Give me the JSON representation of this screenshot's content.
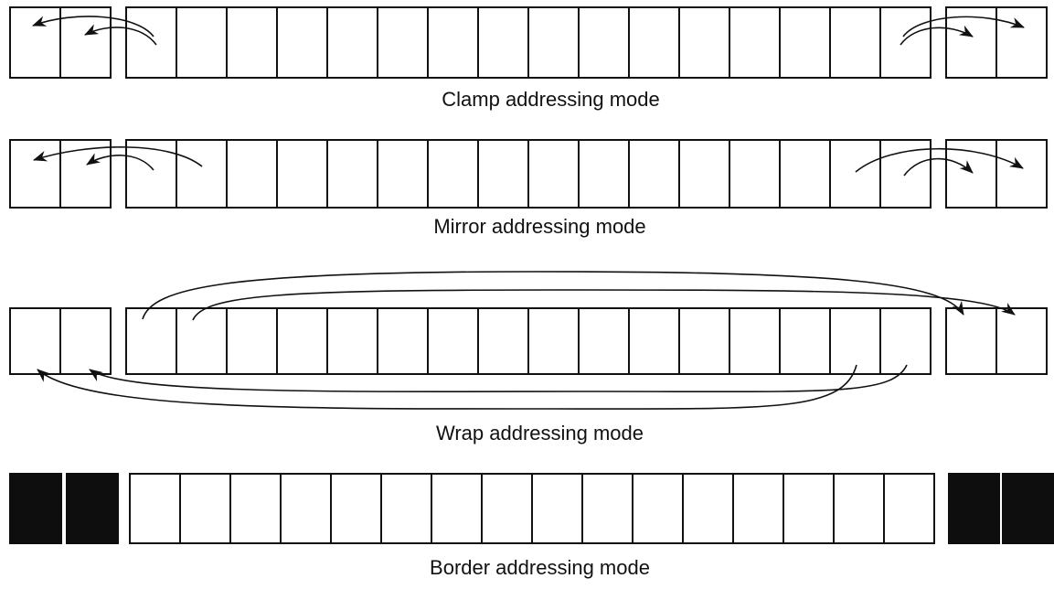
{
  "diagram": {
    "background": "#ffffff",
    "line_color": "#111111",
    "texel_fill": "#ffffff",
    "strip_cell_count": 16,
    "outer_cells_per_side": 2,
    "rows": [
      {
        "id": "clamp",
        "label": "Clamp addressing mode",
        "outer_fill": "#ffffff",
        "arrows": [
          {
            "id": "left-outer",
            "from": "texel-1",
            "to": "left-outside-1"
          },
          {
            "id": "left-inner",
            "from": "texel-1",
            "to": "left-outside-2"
          },
          {
            "id": "right-inner",
            "from": "texel-16",
            "to": "right-outside-1"
          },
          {
            "id": "right-outer",
            "from": "texel-16",
            "to": "right-outside-2"
          }
        ]
      },
      {
        "id": "mirror",
        "label": "Mirror addressing mode",
        "outer_fill": "#ffffff",
        "arrows": [
          {
            "id": "left-outer",
            "from": "texel-2",
            "to": "left-outside-1"
          },
          {
            "id": "left-inner",
            "from": "texel-1",
            "to": "left-outside-2"
          },
          {
            "id": "right-inner",
            "from": "texel-16",
            "to": "right-outside-1"
          },
          {
            "id": "right-outer",
            "from": "texel-15",
            "to": "right-outside-2"
          }
        ]
      },
      {
        "id": "wrap",
        "label": "Wrap addressing mode",
        "outer_fill": "#ffffff",
        "arrows": [
          {
            "id": "top-outer",
            "from": "texel-1",
            "to": "right-outside-1"
          },
          {
            "id": "top-inner",
            "from": "texel-2",
            "to": "right-outside-2"
          },
          {
            "id": "bottom-inner",
            "from": "texel-16",
            "to": "left-outside-2"
          },
          {
            "id": "bottom-outer",
            "from": "texel-15",
            "to": "left-outside-1"
          }
        ]
      },
      {
        "id": "border",
        "label": "Border addressing mode",
        "outer_fill": "#0e0e0e",
        "arrows": []
      }
    ]
  }
}
